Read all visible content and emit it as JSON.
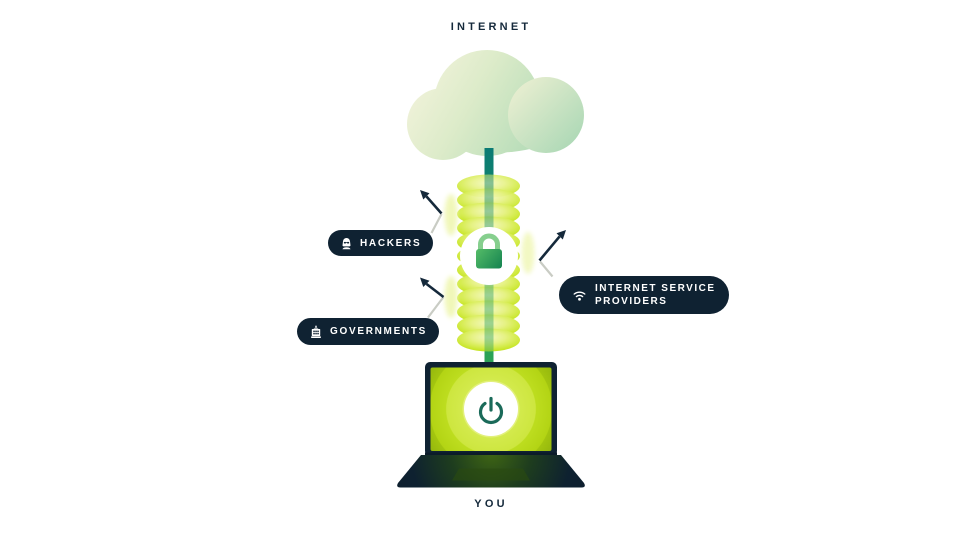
{
  "title": "How a VPN protects you - illustration",
  "labels": {
    "top": "INTERNET",
    "bottom": "YOU"
  },
  "threats": [
    {
      "id": "hackers",
      "label": "HACKERS",
      "icon": "hacker-icon"
    },
    {
      "id": "governments",
      "label": "GOVERNMENTS",
      "icon": "government-building-icon"
    },
    {
      "id": "isp",
      "label": "INTERNET SERVICE PROVIDERS",
      "lines": [
        "INTERNET SERVICE",
        "PROVIDERS"
      ],
      "icon": "wifi-icon"
    }
  ],
  "colors": {
    "background": "#ffffff",
    "navy": "#0f2232",
    "tunnel_lime": "#c3e31c",
    "cable_teal": "#0a7a74",
    "cable_green": "#2da455",
    "cloud_cream": "#f6f4de",
    "cloud_mint": "#a3d5b0",
    "lock_green": "#2e9e5b",
    "glow_yellow": "#f0f7b6",
    "text_navy": "#15293b"
  }
}
